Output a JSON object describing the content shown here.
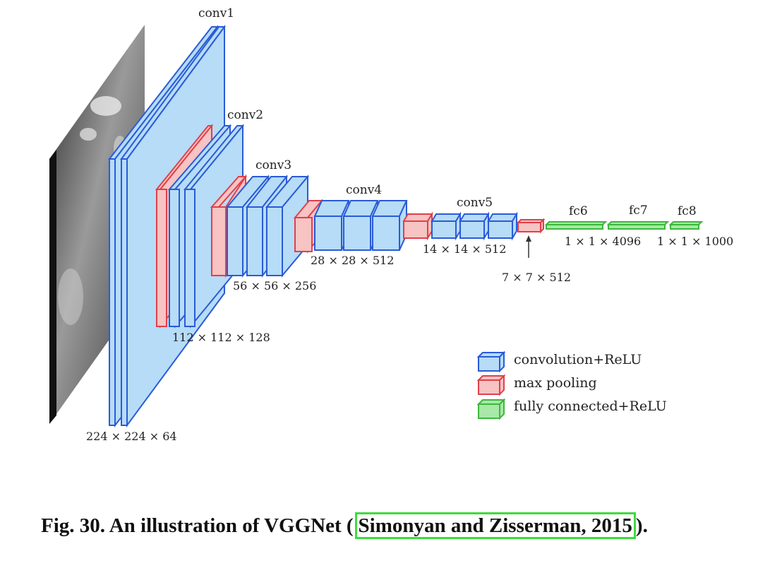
{
  "layer_labels": {
    "conv1": "conv1",
    "conv2": "conv2",
    "conv3": "conv3",
    "conv4": "conv4",
    "conv5": "conv5",
    "fc6": "fc6",
    "fc7": "fc7",
    "fc8": "fc8"
  },
  "dimension_labels": {
    "d224": "224 × 224 × 64",
    "d112": "112 × 112 × 128",
    "d56": "56 × 56 × 256",
    "d28": "28 × 28 × 512",
    "d14": "14 × 14 × 512",
    "d7": "7 × 7 × 512",
    "d4096": "1 × 1 × 4096",
    "d1000": "1 × 1 × 1000"
  },
  "legend": {
    "conv": "convolution+ReLU",
    "pool": "max pooling",
    "fc": "fully connected+ReLU"
  },
  "colors": {
    "conv_fill": "#b6dcf7",
    "conv_stroke": "#2a5bd7",
    "pool_fill": "#f7c3c3",
    "pool_stroke": "#e0404a",
    "fc_fill": "#a8e8a8",
    "fc_stroke": "#3cb83c",
    "highlight": "#3ddc3d"
  },
  "caption": {
    "prefix": "Fig. 30.",
    "text": "An illustration of VGGNet (",
    "citation": "Simonyan and Zisserman, 2015",
    "suffix": ")."
  }
}
